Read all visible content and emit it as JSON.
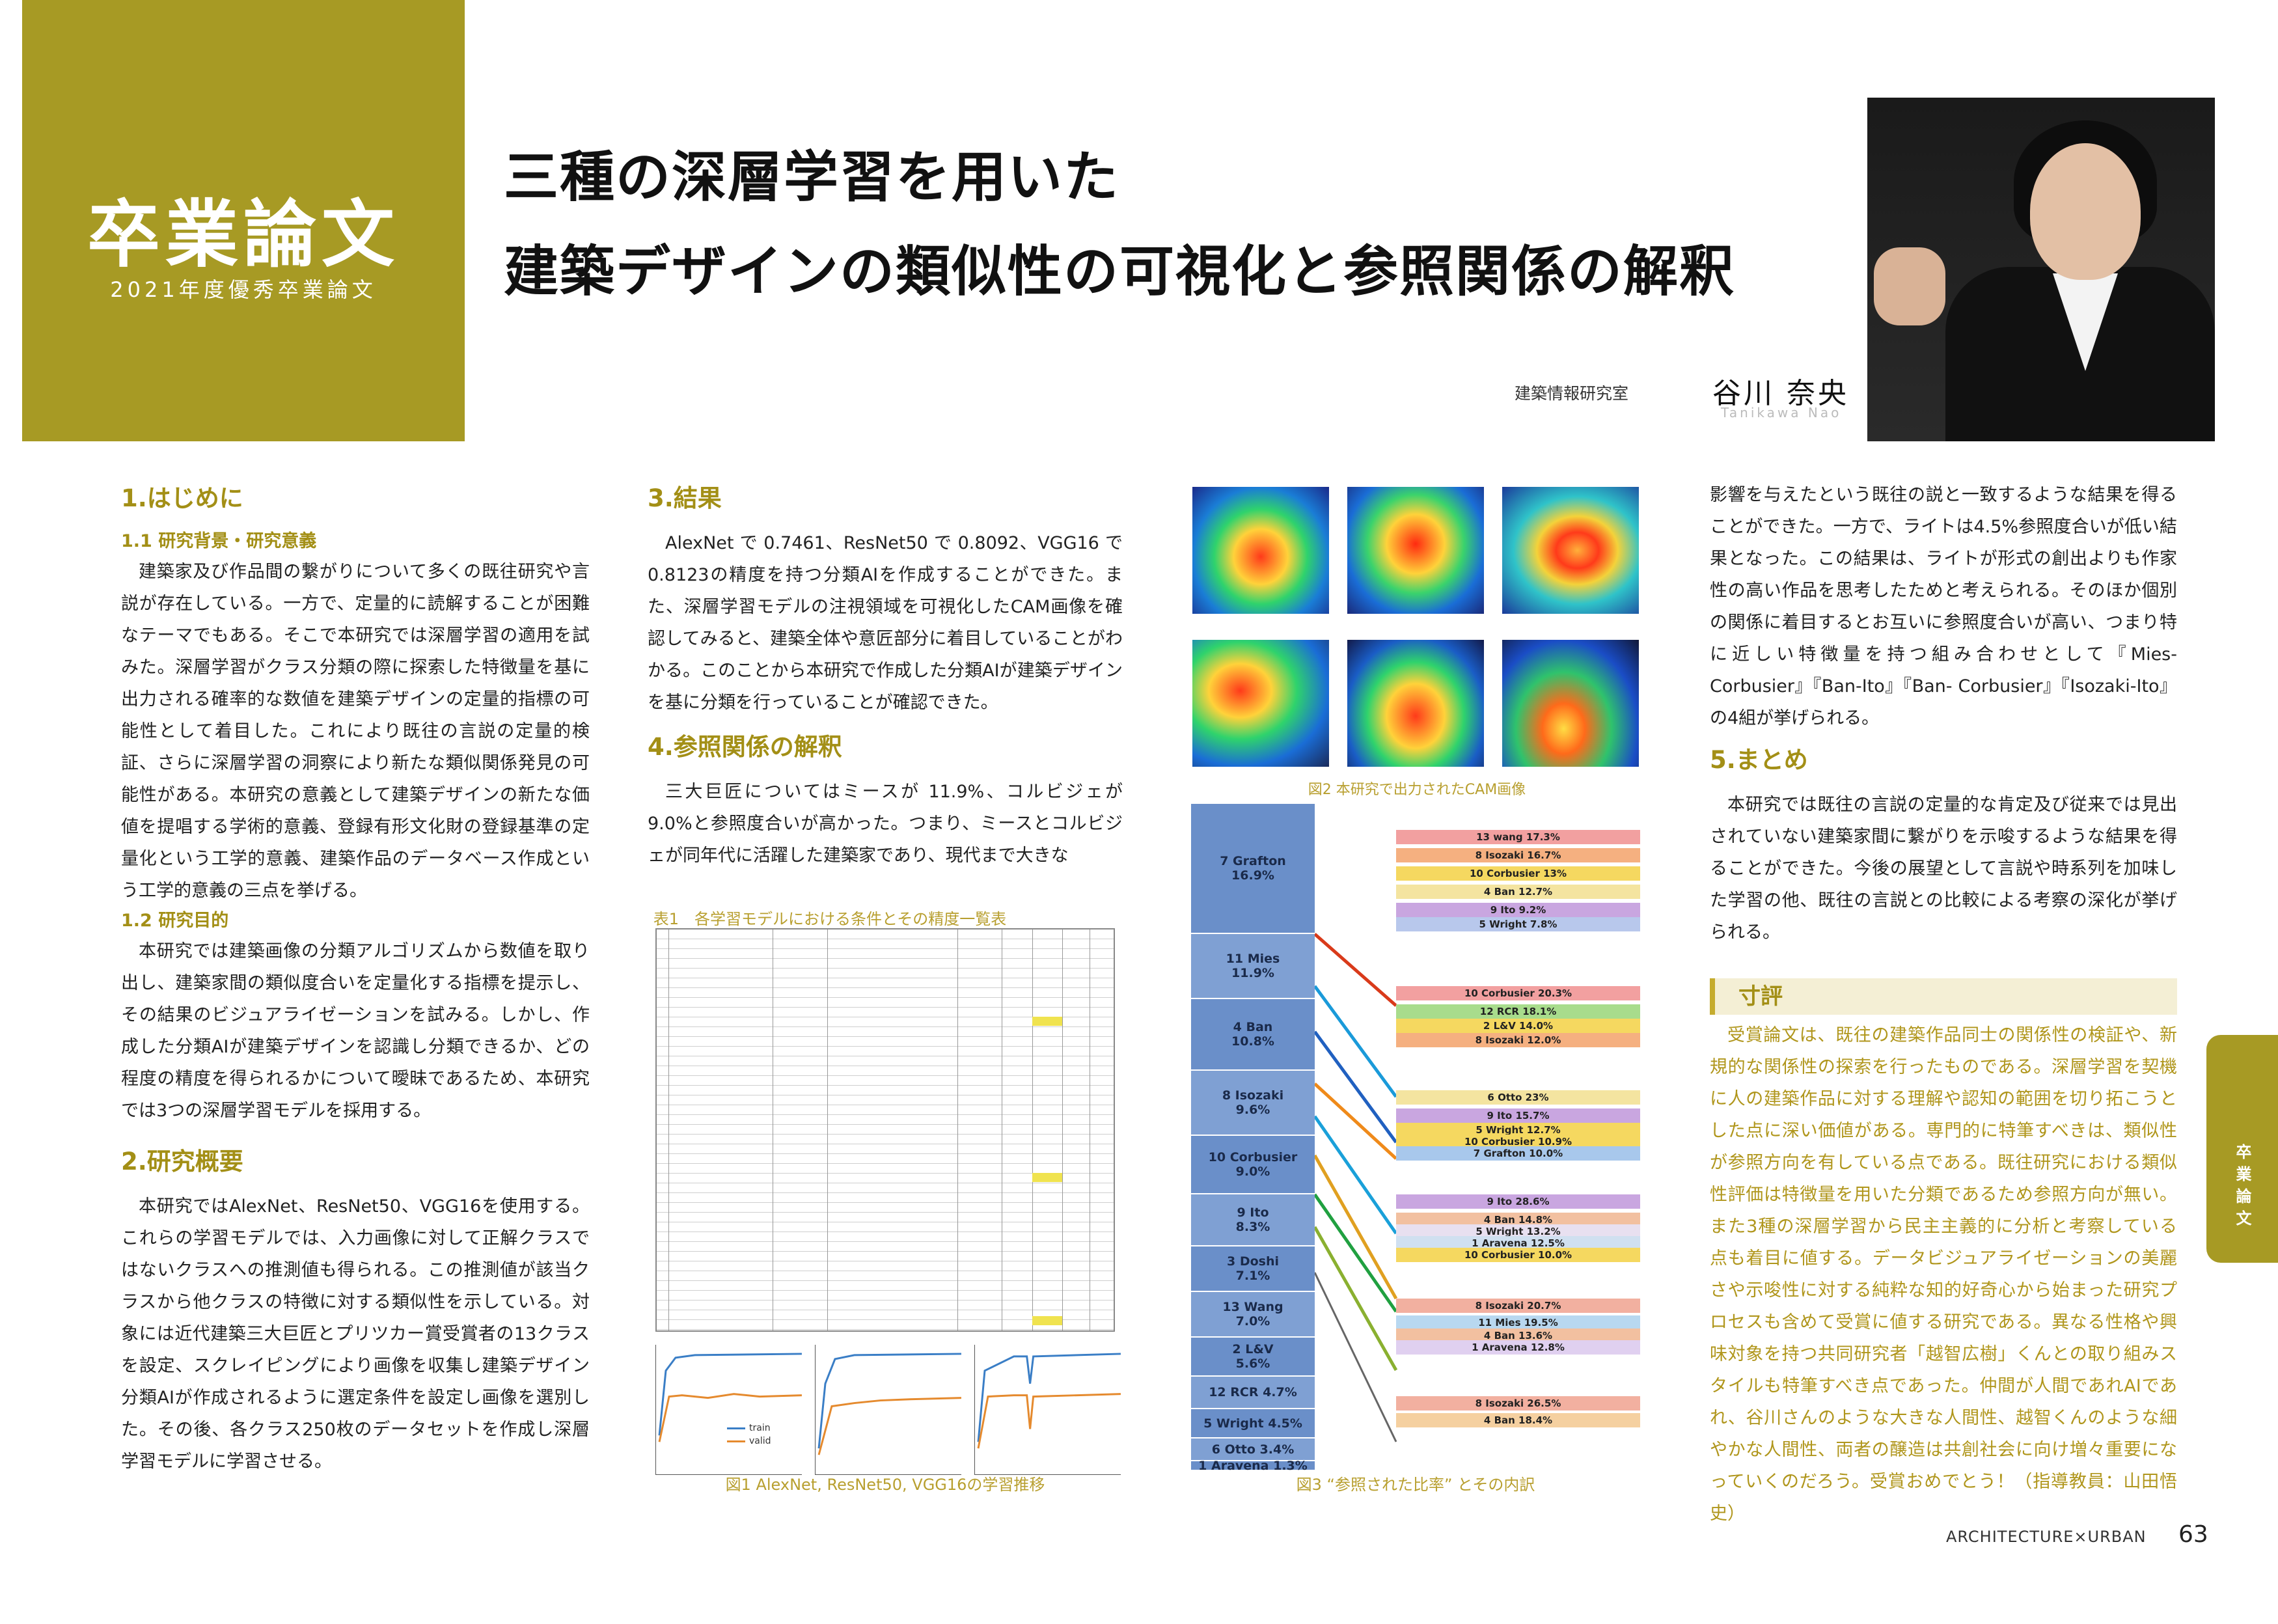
{
  "header": {
    "kicker": "卒業論文",
    "kicker_sub": "2021年度優秀卒業論文",
    "title_line1": "三種の深層学習を用いた",
    "title_line2": "建築デザインの類似性の可視化と参照関係の解釈",
    "lab": "建築情報研究室",
    "author": "谷川 奈央",
    "author_romaji": "Tanikawa Nao"
  },
  "sections": {
    "s1_heading": "1.はじめに",
    "s1_1_heading": "1.1 研究背景・研究意義",
    "s1_1_text": "建築家及び作品間の繋がりについて多くの既往研究や言説が存在している。一方で、定量的に読解することが困難なテーマでもある。そこで本研究では深層学習の適用を試みた。深層学習がクラス分類の際に探索した特徴量を基に出力される確率的な数値を建築デザインの定量的指標の可能性として着目した。これにより既往の言説の定量的検証、さらに深層学習の洞察により新たな類似関係発見の可能性がある。本研究の意義として建築デザインの新たな価値を提唱する学術的意義、登録有形文化財の登録基準の定量化という工学的意義、建築作品のデータベース作成という工学的意義の三点を挙げる。",
    "s1_2_heading": "1.2 研究目的",
    "s1_2_text": "本研究では建築画像の分類アルゴリズムから数値を取り出し、建築家間の類似度合いを定量化する指標を提示し、その結果のビジュアライゼーションを試みる。しかし、作成した分類AIが建築デザインを認識し分類できるか、どの程度の精度を得られるかについて曖昧であるため、本研究では3つの深層学習モデルを採用する。",
    "s2_heading": "2.研究概要",
    "s2_text": "本研究ではAlexNet、ResNet50、VGG16を使用する。これらの学習モデルでは、入力画像に対して正解クラスではないクラスへの推測値も得られる。この推測値が該当クラスから他クラスの特徴に対する類似性を示している。対象には近代建築三大巨匠とプリツカー賞受賞者の13クラスを設定、スクレイピングにより画像を収集し建築デザイン分類AIが作成されるように選定条件を設定し画像を選別した。その後、各クラス250枚のデータセットを作成し深層学習モデルに学習させる。",
    "s3_heading": "3.結果",
    "s3_text": "AlexNet で 0.7461、ResNet50 で 0.8092、VGG16 で 0.8123の精度を持つ分類AIを作成することができた。また、深層学習モデルの注視領域を可視化したCAM画像を確認してみると、建築全体や意匠部分に着目していることがわかる。このことから本研究で作成した分類AIが建築デザインを基に分類を行っていることが確認できた。",
    "s4_heading": "4.参照関係の解釈",
    "s4_text": "三大巨匠についてはミースが 11.9%、コルビジェが 9.0%と参照度合いが高かった。つまり、ミースとコルビジェが同年代に活躍した建築家であり、現代まで大きな",
    "s4_cont": "影響を与えたという既往の説と一致するような結果を得ることができた。一方で、ライトは4.5%参照度合いが低い結果となった。この結果は、ライトが形式の創出よりも作家性の高い作品を思考したためと考えられる。そのほか個別の関係に着目するとお互いに参照度合いが高い、つまり特に近しい特徴量を持つ組み合わせとして『Mies-Corbusier』『Ban-Ito』『Ban- Corbusier』『Isozaki-Ito』の4組が挙げられる。",
    "s5_heading": "5.まとめ",
    "s5_text": "本研究では既往の言説の定量的な肯定及び従来では見出されていない建築家間に繋がりを示唆するような結果を得ることができた。今後の展望として言説や時系列を加味した学習の他、既往の言説との比較による考察の深化が挙げられる。"
  },
  "table1": {
    "caption": "表1　各学習モデルにおける条件とその精度一覧表"
  },
  "fig1": {
    "caption": "図1 AlexNet, ResNet50, VGG16の学習推移",
    "legend_train": "train",
    "legend_valid": "valid"
  },
  "fig2": {
    "caption": "図2 本研究で出力されたCAM画像"
  },
  "fig3": {
    "caption": "図3 “参照された比率” とその内訳",
    "left": [
      {
        "name": "7 Grafton",
        "pct": "16.9%"
      },
      {
        "name": "11 Mies",
        "pct": "11.9%"
      },
      {
        "name": "4 Ban",
        "pct": "10.8%"
      },
      {
        "name": "8 Isozaki",
        "pct": "9.6%"
      },
      {
        "name": "10 Corbusier",
        "pct": "9.0%"
      },
      {
        "name": "9 Ito",
        "pct": "8.3%"
      },
      {
        "name": "3 Doshi",
        "pct": "7.1%"
      },
      {
        "name": "13 Wang",
        "pct": "7.0%"
      },
      {
        "name": "2 L&V",
        "pct": "5.6%"
      },
      {
        "name": "12 RCR 4.7%",
        "pct": ""
      },
      {
        "name": "5 Wright 4.5%",
        "pct": ""
      },
      {
        "name": "6 Otto 3.4%",
        "pct": ""
      },
      {
        "name": "1 Aravena 1.3%",
        "pct": ""
      }
    ],
    "right": [
      "13 wang 17.3%",
      "8 Isozaki 16.7%",
      "10 Corbusier 13%",
      "4 Ban 12.7%",
      "9 Ito 9.2%",
      "5 Wright 7.8%",
      "10 Corbusier 20.3%",
      "12 RCR 18.1%",
      "2 L&V 14.0%",
      "8 Isozaki 12.0%",
      "6 Otto 23%",
      "9 Ito 15.7%",
      "5 Wright 12.7%",
      "10 Corbusier 10.9%",
      "7 Grafton 10.0%",
      "9 Ito 28.6%",
      "4 Ban 14.8%",
      "5 Wright 13.2%",
      "1 Aravena 12.5%",
      "10 Corbusier 10.0%",
      "8 Isozaki 20.7%",
      "11 Mies 19.5%",
      "4 Ban 13.6%",
      "1 Aravena 12.8%",
      "8 Isozaki 26.5%",
      "4 Ban 18.4%"
    ]
  },
  "review": {
    "heading": "寸評",
    "text": "受賞論文は、既往の建築作品同士の関係性の検証や、新規的な関係性の探索を行ったものである。深層学習を契機に人の建築作品に対する理解や認知の範囲を切り拓こうとした点に深い価値がある。専門的に特筆すべきは、類似性が参照方向を有している点である。既往研究における類似性評価は特徴量を用いた分類であるため参照方向が無い。また3種の深層学習から民主主義的に分析と考察している点も着目に値する。データビジュアライゼーションの美麗さや示唆性に対する純粋な知的好奇心から始まった研究プロセスも含めて受賞に値する研究である。異なる性格や興味対象を持つ共同研究者「越智広樹」くんとの取り組みスタイルも特筆すべき点であった。仲間が人間であれAIであれ、谷川さんのような大きな人間性、越智くんのような細やかな人間性、両者の醸造は共創社会に向け増々重要になっていくのだろう。受賞おめでとう！（指導教員：山田悟史）"
  },
  "side_tab": "卒業論文",
  "footer": {
    "magazine": "ARCHITECTURE×URBAN",
    "page": "63"
  },
  "colors": {
    "accent": "#a79a24",
    "heading": "#a38f16",
    "review_text": "#b0961c"
  }
}
